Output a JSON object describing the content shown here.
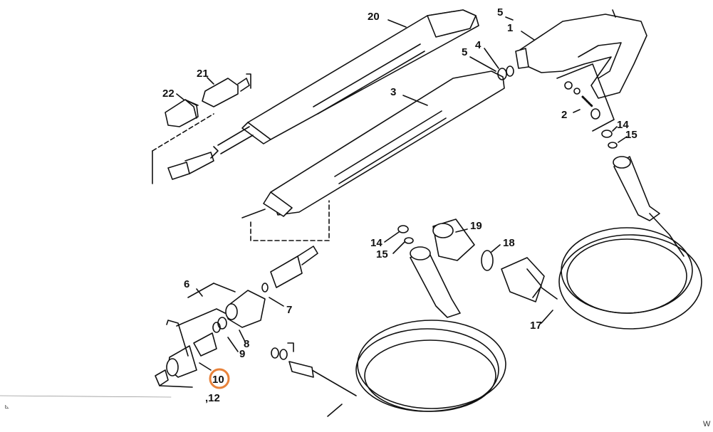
{
  "diagram": {
    "labels": [
      {
        "id": "20",
        "text": "20"
      },
      {
        "id": "5a",
        "text": "5"
      },
      {
        "id": "1",
        "text": "1"
      },
      {
        "id": "21",
        "text": "21"
      },
      {
        "id": "22",
        "text": "22"
      },
      {
        "id": "4",
        "text": "4"
      },
      {
        "id": "5b",
        "text": "5"
      },
      {
        "id": "3",
        "text": "3"
      },
      {
        "id": "2",
        "text": "2"
      },
      {
        "id": "14a",
        "text": "14"
      },
      {
        "id": "15a",
        "text": "15"
      },
      {
        "id": "19",
        "text": "19"
      },
      {
        "id": "14b",
        "text": "14"
      },
      {
        "id": "15b",
        "text": "15"
      },
      {
        "id": "18",
        "text": "18"
      },
      {
        "id": "6",
        "text": "6"
      },
      {
        "id": "7",
        "text": "7"
      },
      {
        "id": "17",
        "text": "17"
      },
      {
        "id": "8",
        "text": "8"
      },
      {
        "id": "9",
        "text": "9"
      },
      {
        "id": "10",
        "text": "10"
      },
      {
        "id": "12",
        "text": ",12"
      }
    ],
    "highlighted_label": "10",
    "highlight_color": "#e8823a",
    "line_color": "#111111"
  },
  "edge_text": "W",
  "left_mark": "⊾"
}
